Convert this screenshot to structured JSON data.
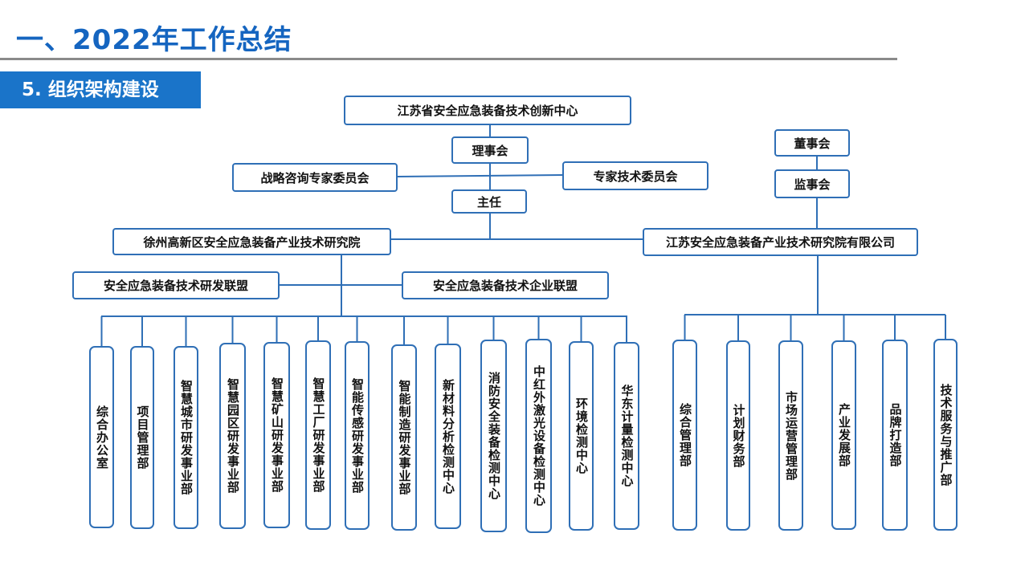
{
  "header": {
    "title": "一、2022年工作总结",
    "section": "5. 组织架构建设"
  },
  "colors": {
    "accent": "#1a74c9",
    "title": "#1565c0",
    "line": "#2f6fb6"
  },
  "org": {
    "top": "江苏省安全应急装备技术创新中心",
    "council": "理事会",
    "strategy_committee": "战略咨询专家委员会",
    "expert_committee": "专家技术委员会",
    "director": "主任",
    "board": "董事会",
    "supervisors": "监事会",
    "left_institute": "徐州高新区安全应急装备产业技术研究院",
    "right_company": "江苏安全应急装备产业技术研究院有限公司",
    "alliance_rd": "安全应急装备技术研发联盟",
    "alliance_enterprise": "安全应急装备技术企业联盟",
    "left_departments": [
      "综合办公室",
      "项目管理部",
      "智慧城市研发事业部",
      "智慧园区研发事业部",
      "智慧矿山研发事业部",
      "智慧工厂研发事业部",
      "智能传感研发事业部",
      "智能制造研发事业部",
      "新材料分析检测中心",
      "消防安全装备检测中心",
      "中红外激光设备检测中心",
      "环境检测中心",
      "华东计量检测中心"
    ],
    "right_departments": [
      "综合管理部",
      "计划财务部",
      "市场运营管理部",
      "产业发展部",
      "品牌打造部",
      "技术服务与推广部"
    ]
  }
}
